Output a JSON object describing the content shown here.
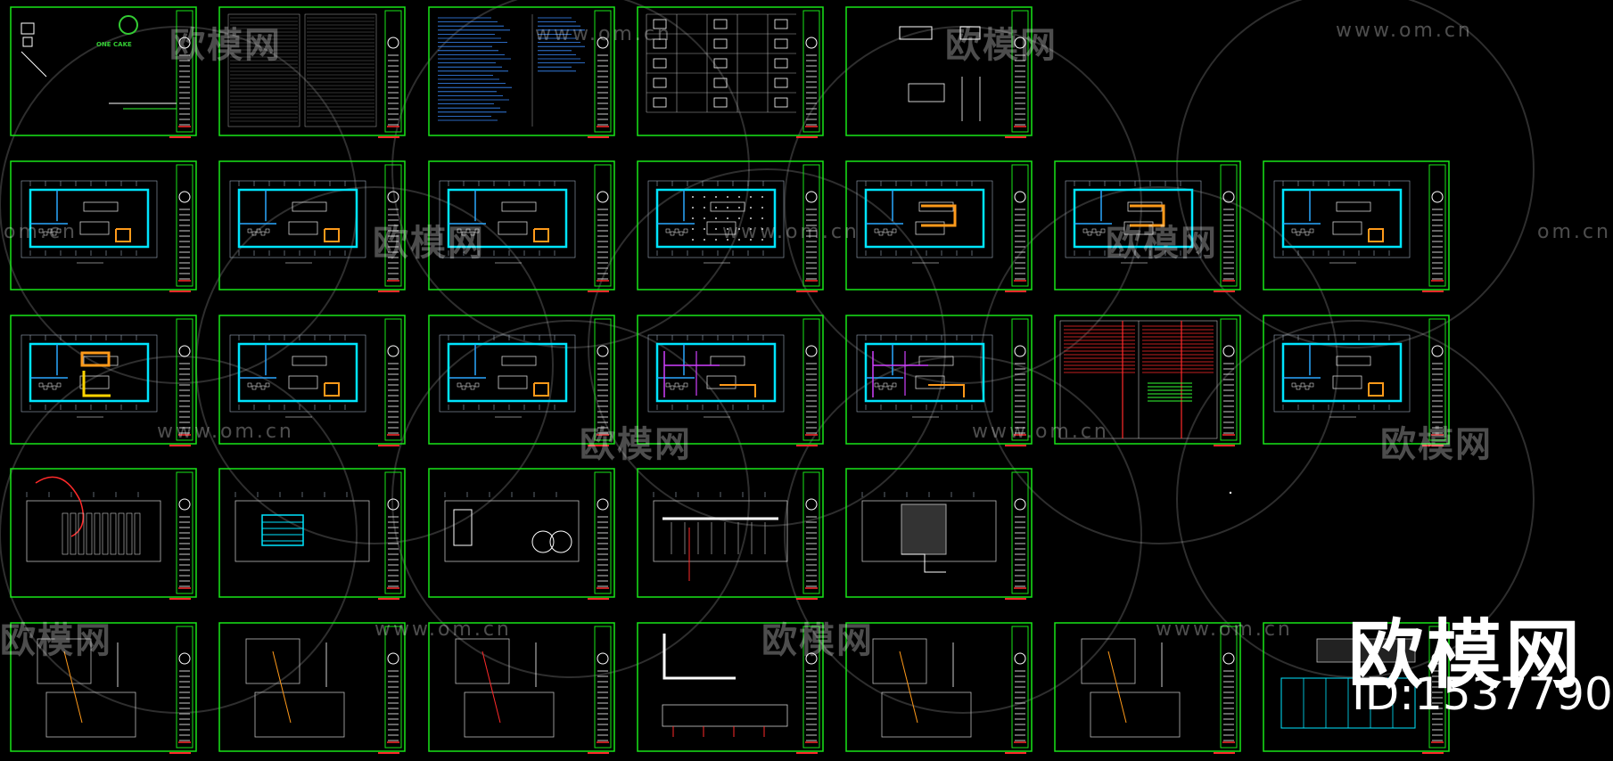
{
  "watermark": {
    "name": "欧模网",
    "url": "www.om.cn",
    "url_fragment": "om.cn",
    "name_fragment_1": "欧",
    "name_fragment_2": "模网"
  },
  "cover": {
    "logo_text": "ONE CAKE"
  },
  "brand": {
    "name": "欧模网",
    "id_label": "ID:1537790"
  },
  "colors": {
    "background": "#000000",
    "sheet_border": "#19e619",
    "blueprint": "#2aa8ff",
    "wall": "#00e5ff",
    "accent_yellow": "#ffd400",
    "accent_orange": "#ff9a1a",
    "accent_red": "#ff2a2a",
    "accent_magenta": "#d040ff"
  }
}
